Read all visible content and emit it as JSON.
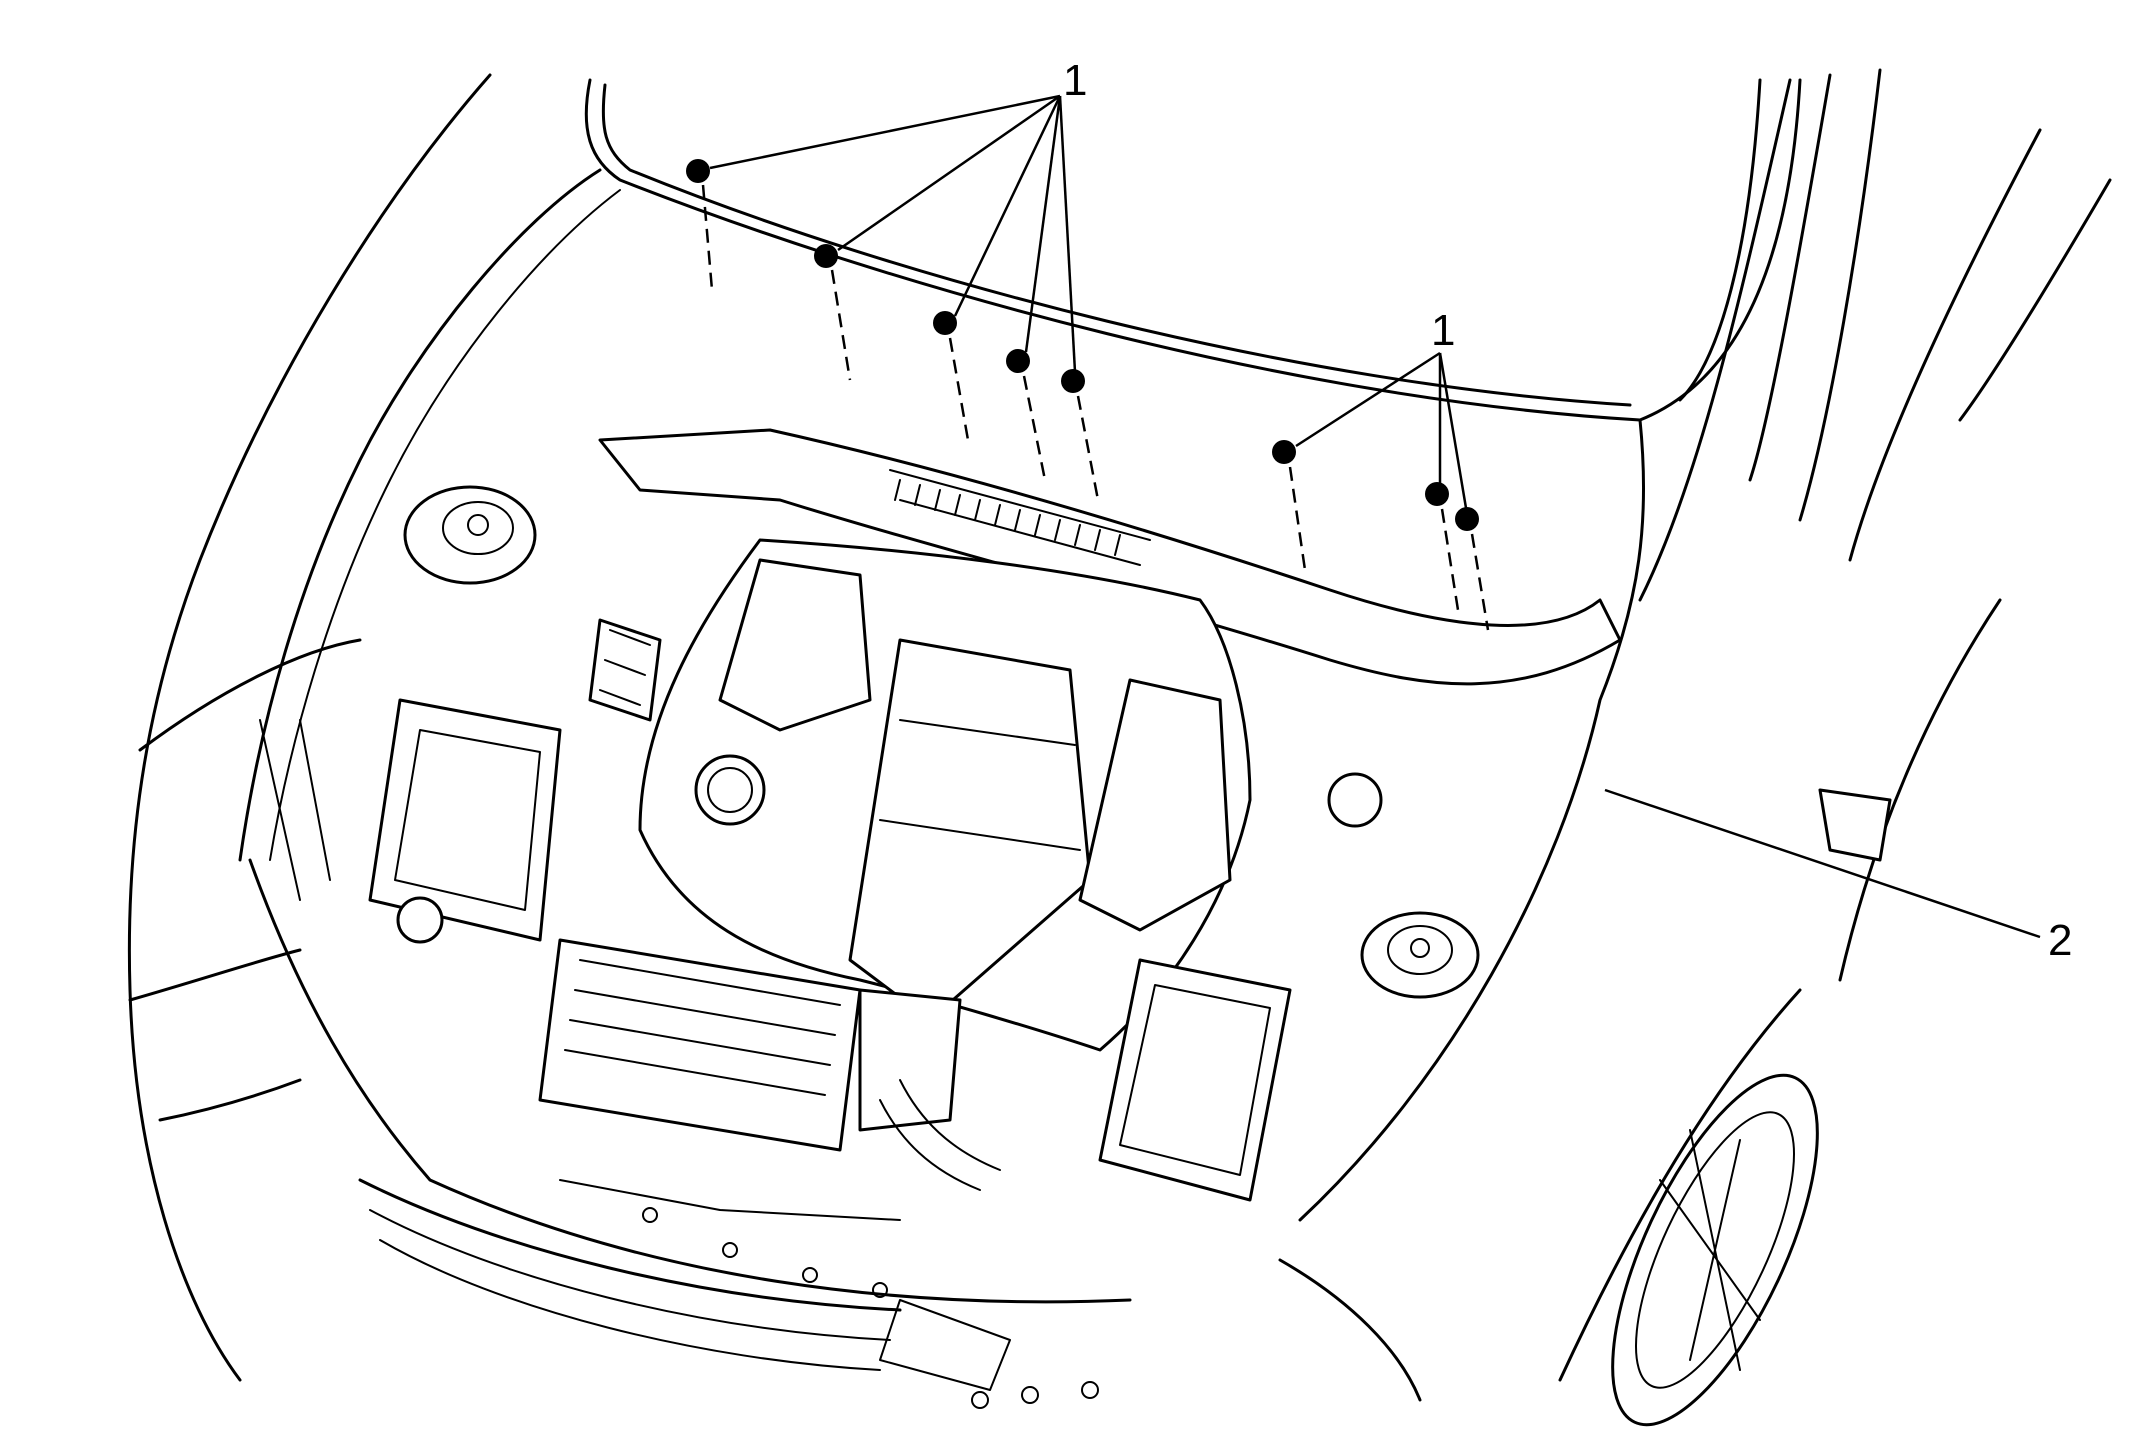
{
  "callouts": {
    "fasteners_label_a": "1",
    "fasteners_label_b": "1",
    "panel_label": "2"
  }
}
